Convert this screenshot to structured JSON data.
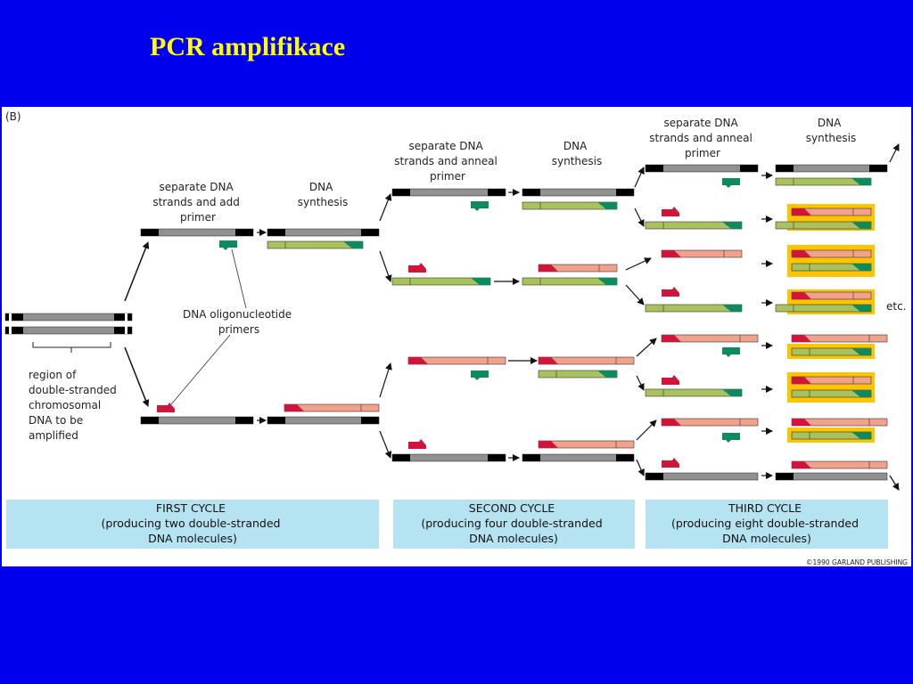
{
  "title": "PCR amplifikace",
  "figure": {
    "panel_label": "(B)",
    "region_label": [
      "region of",
      "double-stranded",
      "chromosomal",
      "DNA to be",
      "amplified"
    ],
    "oligo_label": [
      "DNA oligonucleotide",
      "primers"
    ],
    "etc_label": "etc.",
    "copyright": "©1990 GARLAND PUBLISHING",
    "steps": {
      "first_separate": [
        "separate DNA",
        "strands and add",
        "primer"
      ],
      "first_synthesis": [
        "DNA",
        "synthesis"
      ],
      "second_separate": [
        "separate DNA",
        "strands and anneal",
        "primer"
      ],
      "second_synthesis": [
        "DNA",
        "synthesis"
      ],
      "third_separate": [
        "separate DNA",
        "strands and anneal",
        "primer"
      ],
      "third_synthesis": [
        "DNA",
        "synthesis"
      ]
    },
    "cycles": [
      {
        "lines": [
          "FIRST CYCLE",
          "(producing two double-stranded",
          "DNA molecules)"
        ]
      },
      {
        "lines": [
          "SECOND CYCLE",
          "(producing four double-stranded",
          "DNA molecules)"
        ]
      },
      {
        "lines": [
          "THIRD CYCLE",
          "(producing eight double-stranded",
          "DNA molecules)"
        ]
      }
    ]
  },
  "colors": {
    "background": "#0000ee",
    "title": "#ffff00",
    "template_strand": "#909090",
    "strand_end": "#000000",
    "new_strand_green": "#a9c25e",
    "new_strand_salmon": "#f2a28a",
    "primer_green": "#0f8a5f",
    "primer_red": "#d1143a",
    "highlight": "#ffc400",
    "cycle_box": "#b6e3f2"
  }
}
